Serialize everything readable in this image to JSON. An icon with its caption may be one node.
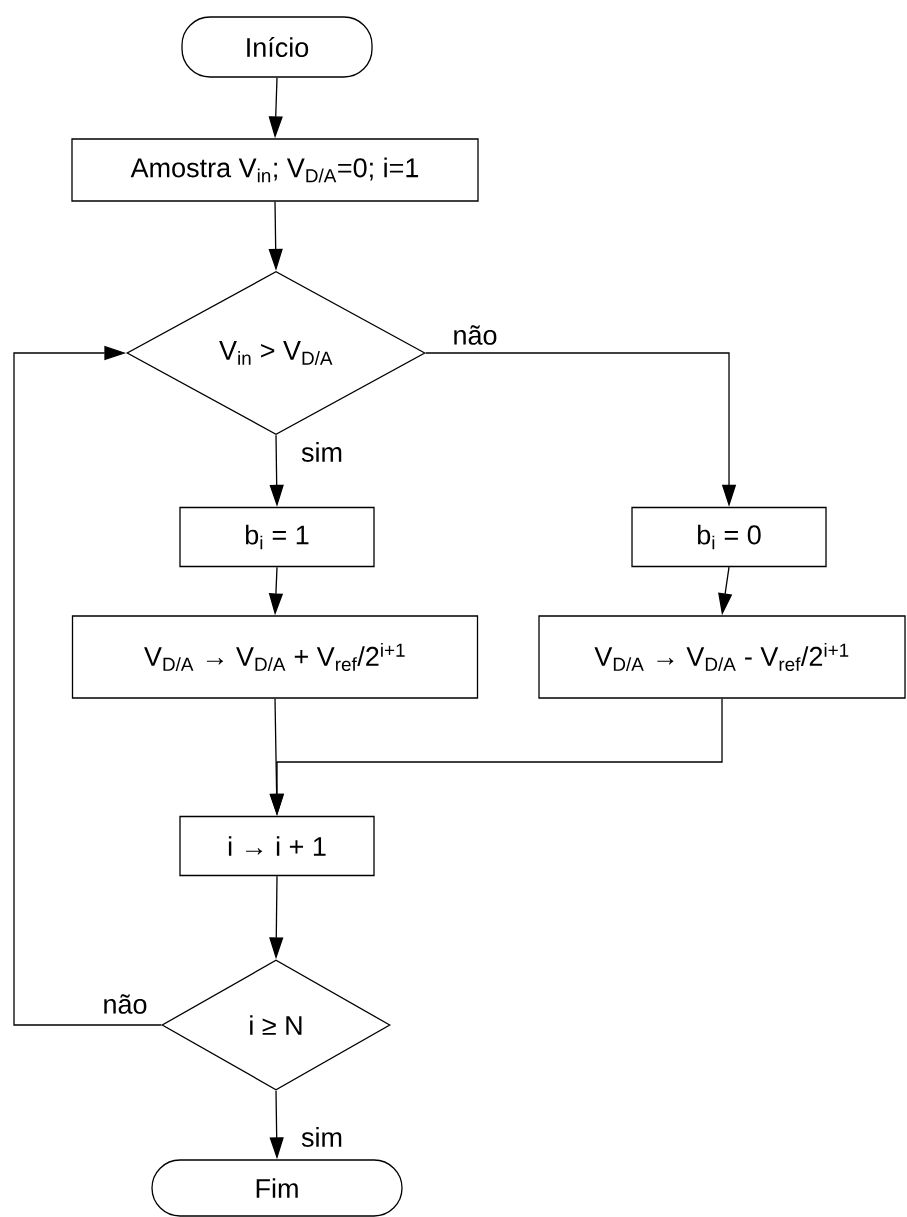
{
  "diagram": {
    "nodes": [
      {
        "text": [
          "Início"
        ]
      },
      {
        "text": [
          "Amostra V$_{in}$; V$_{D/A}$=0; i=1"
        ]
      },
      {
        "text": [
          "V$_{in}$ > V$_{D/A}$"
        ]
      },
      {
        "text": [
          "b$_{i}$ = 1"
        ]
      },
      {
        "text": [
          "b$_{i}$ = 0"
        ]
      },
      {
        "text": [
          "V$_{D/A}$ → V$_{D/A}$ + V$_{ref}$/2$^{i+1}$"
        ]
      },
      {
        "text": [
          "V$_{D/A}$ → V$_{D/A}$ - V$_{ref}$/2$^{i+1}$"
        ]
      },
      {
        "text": [
          "i → i + 1"
        ]
      },
      {
        "text": [
          "i ≥ N"
        ]
      },
      {
        "text": [
          "Fim"
        ]
      }
    ],
    "edges": [
      {
        "from": 0,
        "to": 1,
        "arrow": "to"
      },
      {
        "from": 1,
        "to": 2,
        "arrow": "to"
      },
      {
        "from": 2,
        "to": 3,
        "arrow": "to",
        "label": "sim"
      },
      {
        "from": 2,
        "to": 4,
        "arrow": "to",
        "label": "não"
      },
      {
        "from": 3,
        "to": 5,
        "arrow": "to"
      },
      {
        "from": 4,
        "to": 6,
        "arrow": "to"
      },
      {
        "from": 5,
        "to": 7,
        "arrow": "to"
      },
      {
        "from": 6,
        "to": 7,
        "arrow": "to"
      },
      {
        "from": 7,
        "to": 8,
        "arrow": "to"
      },
      {
        "from": 8,
        "to": 2,
        "arrow": "to",
        "label": "não"
      },
      {
        "from": 8,
        "to": 9,
        "arrow": "to",
        "label": "sim"
      }
    ]
  }
}
